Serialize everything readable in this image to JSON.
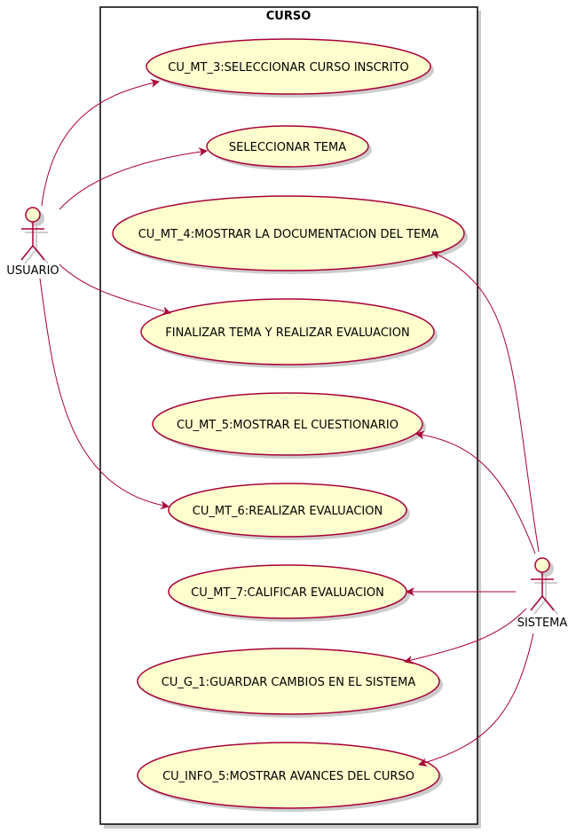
{
  "diagram": {
    "boundary_title": "CURSO",
    "actors": {
      "usuario": "USUARIO",
      "sistema": "SISTEMA"
    },
    "use_cases": {
      "uc1": "CU_MT_3:SELECCIONAR CURSO INSCRITO",
      "uc2": "SELECCIONAR TEMA",
      "uc3": "CU_MT_4:MOSTRAR LA DOCUMENTACION DEL TEMA",
      "uc4": "FINALIZAR TEMA Y REALIZAR EVALUACION",
      "uc5": "CU_MT_5:MOSTRAR EL CUESTIONARIO",
      "uc6": "CU_MT_6:REALIZAR EVALUACION",
      "uc7": "CU_MT_7:CALIFICAR EVALUACION",
      "uc8": "CU_G_1:GUARDAR CAMBIOS EN EL SISTEMA",
      "uc9": "CU_INFO_5:MOSTRAR AVANCES DEL CURSO"
    },
    "colors": {
      "use_case_fill": "#FEFECE",
      "use_case_border": "#A80036",
      "connector": "#A80036",
      "boundary_border": "#000000",
      "shadow": "#CCCCCC"
    }
  }
}
